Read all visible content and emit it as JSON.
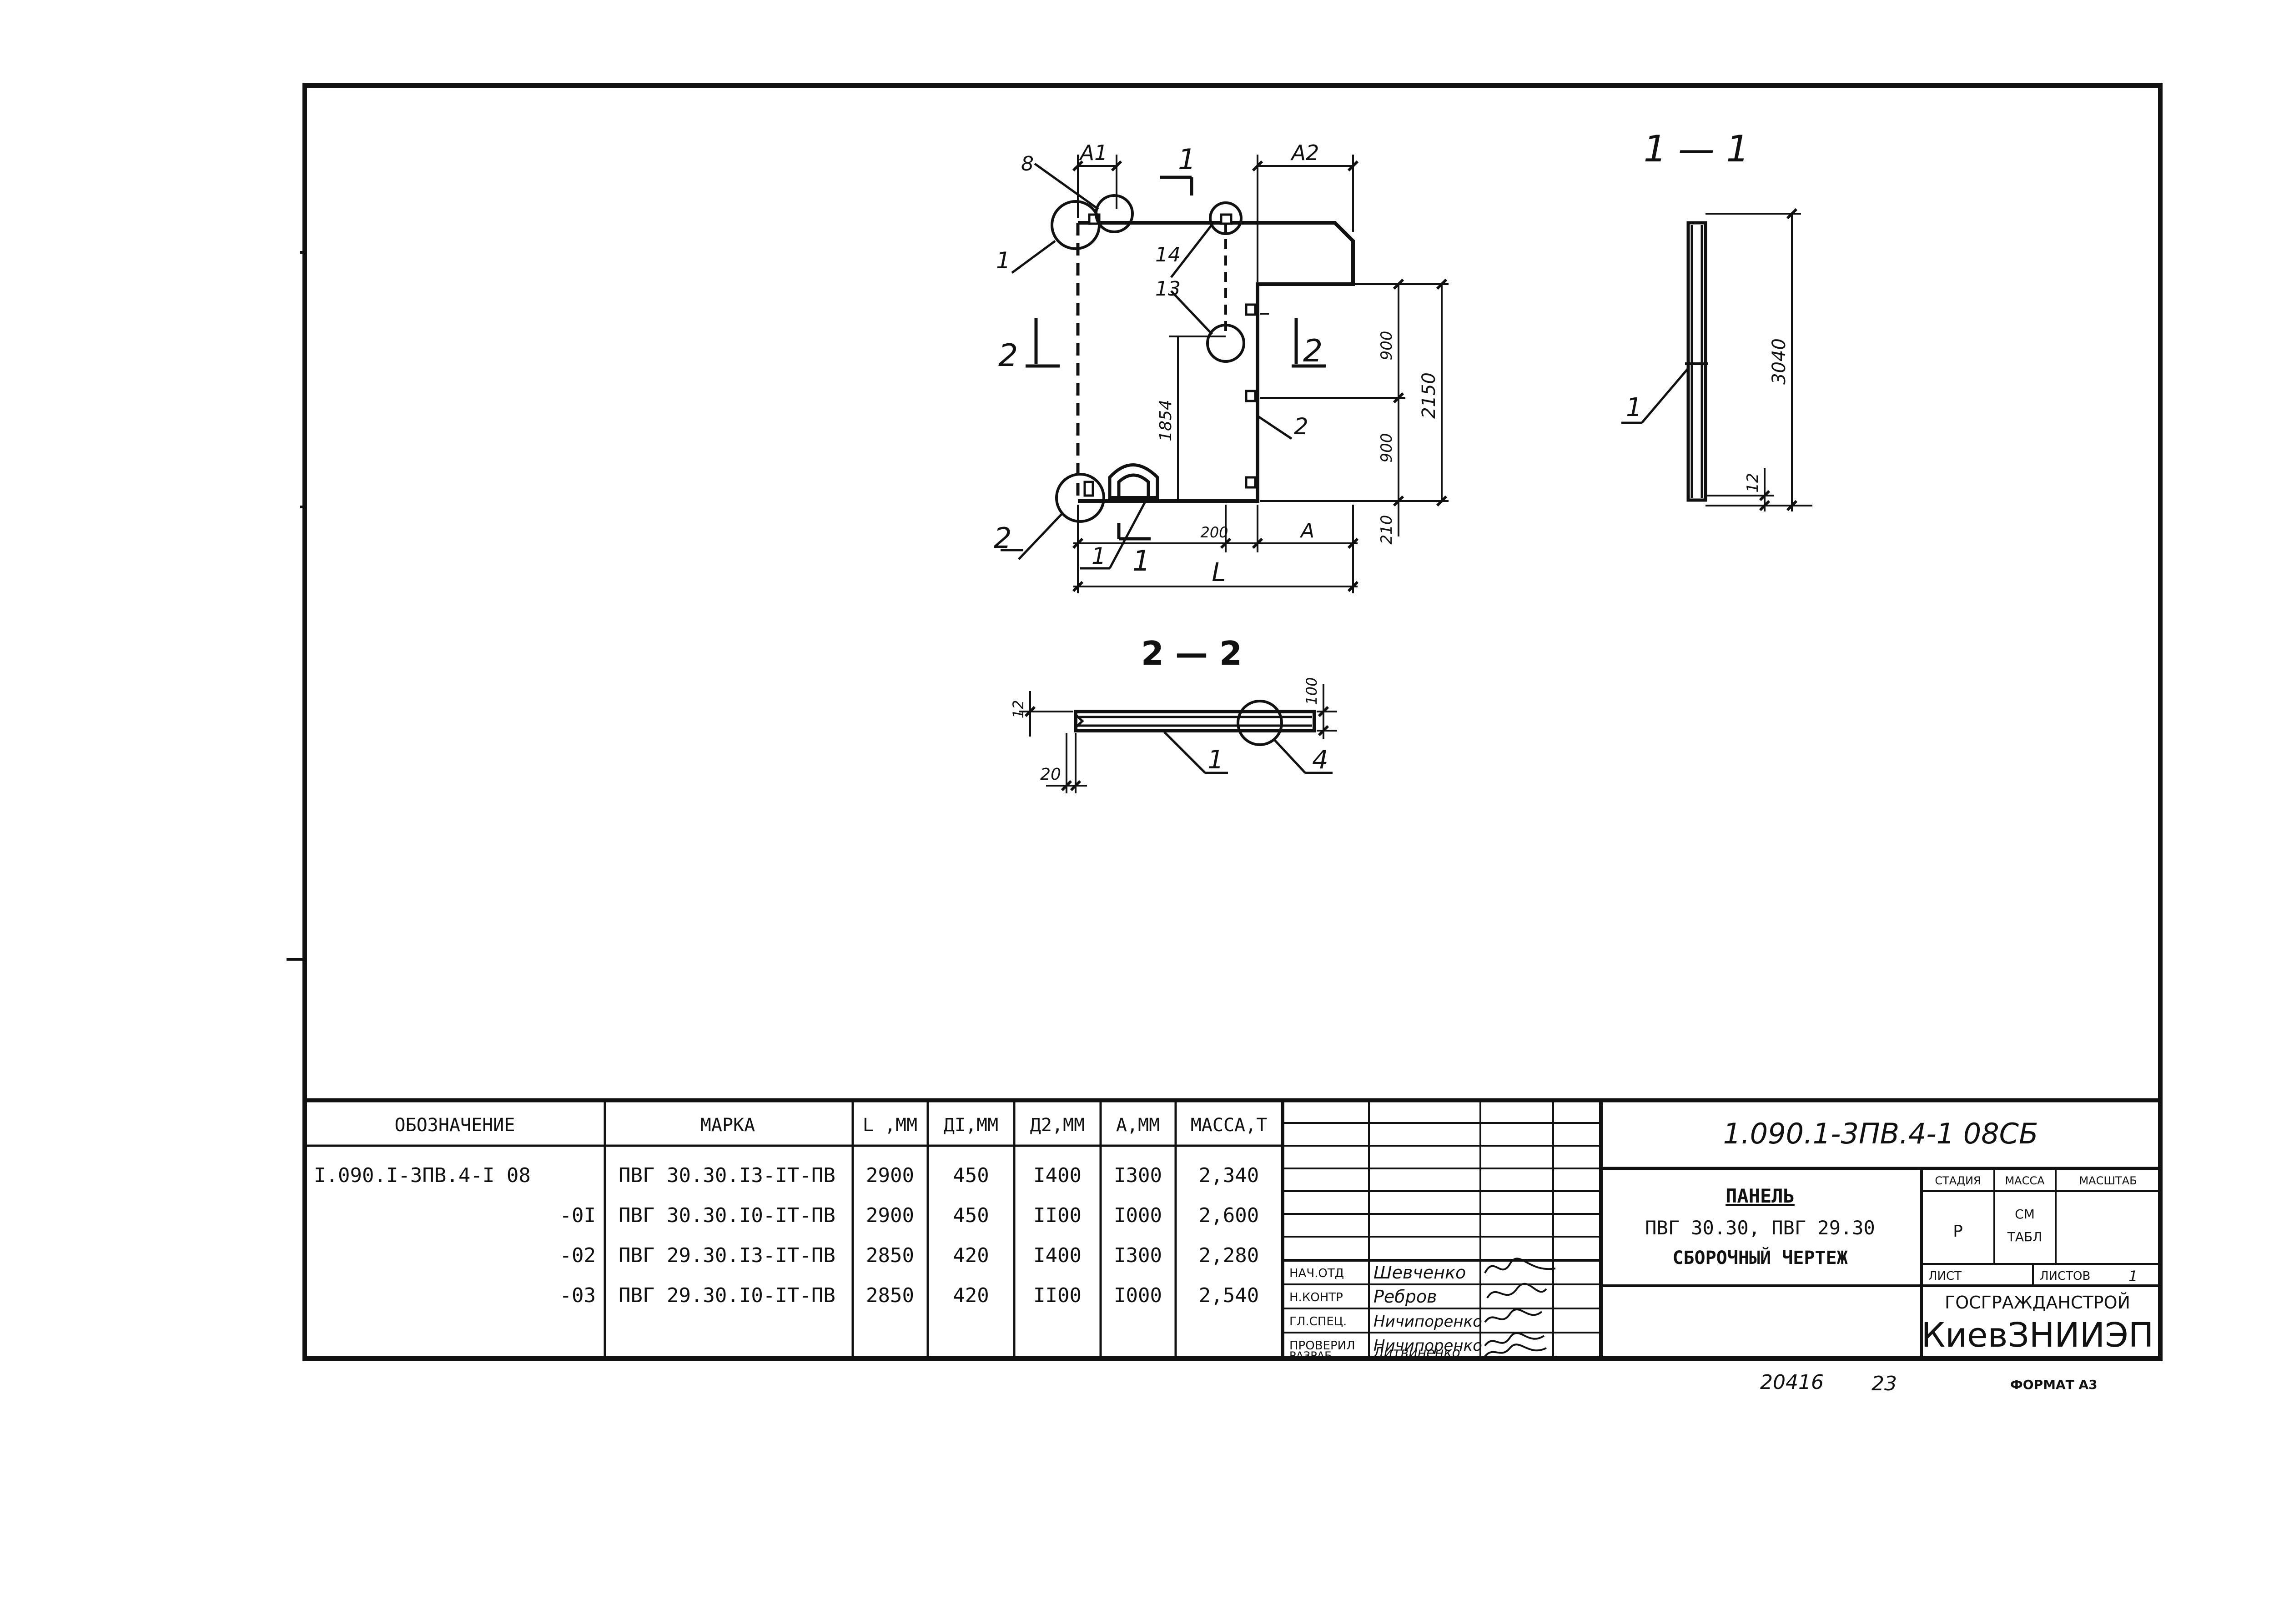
{
  "drawing": {
    "section_11_title": "1 — 1",
    "section_22_title": "2 — 2",
    "labels": {
      "A1": "A1",
      "A2": "A2",
      "A": "A",
      "L": "L",
      "d200": "200",
      "d210": "210",
      "d900a": "900",
      "d900b": "900",
      "d2150": "2150",
      "d1854": "1854",
      "d3040": "3040",
      "d12a": "12",
      "d12b": "12",
      "d100": "100",
      "d20": "20",
      "cut1_top": "1",
      "cut1_bottom": "1",
      "cut2_left": "2",
      "cut2_right": "2",
      "pos8": "8",
      "pos1_top": "1",
      "pos14": "14",
      "pos13": "13",
      "pos2_mid": "2",
      "pos2_bottom": "2",
      "pos1_bottom": "1",
      "pos1_sec11": "1",
      "pos1_sec22": "1",
      "pos4": "4"
    }
  },
  "spec_table": {
    "headers": [
      "ОБОЗНАЧЕНИЕ",
      "МАРКА",
      "L ,ММ",
      "ДI,ММ",
      "Д2,ММ",
      "А,ММ",
      "МАССА,Т"
    ],
    "rows": [
      [
        "I.090.I-3ПВ.4-I 08",
        "ПВГ 30.30.I3-IT-ПВ",
        "2900",
        "450",
        "I400",
        "I300",
        "2,340"
      ],
      [
        "-0I",
        "ПВГ 30.30.I0-IT-ПВ",
        "2900",
        "450",
        "II00",
        "I000",
        "2,600"
      ],
      [
        "-02",
        "ПВГ 29.30.I3-IT-ПВ",
        "2850",
        "420",
        "I400",
        "I300",
        "2,280"
      ],
      [
        "-03",
        "ПВГ 29.30.I0-IT-ПВ",
        "2850",
        "420",
        "II00",
        "I000",
        "2,540"
      ]
    ]
  },
  "signatures": [
    {
      "role": "НАЧ.ОТД",
      "name": "Шевченко"
    },
    {
      "role": "Н.КОНТР",
      "name": "Ребров"
    },
    {
      "role": "ГЛ.СПЕЦ.",
      "name": "Ничипоренко"
    },
    {
      "role": "ПРОВЕРИЛ",
      "name": "Ничипоренко"
    },
    {
      "role": "РАЗРАБ",
      "name": "Литвиненко"
    }
  ],
  "title_block": {
    "doc_code": "1.090.1-3ПВ.4-1  08СБ",
    "title_line1": "ПАНЕЛЬ",
    "title_line2": "ПВГ 30.30, ПВГ 29.30",
    "title_line3": "СБОРОЧНЫЙ ЧЕРТЕЖ",
    "stage_label": "СТАДИЯ",
    "mass_label": "МАССА",
    "scale_label": "МАСШТАБ",
    "stage_value": "Р",
    "mass_value_1": "СМ",
    "mass_value_2": "ТАБЛ",
    "sheet_label": "ЛИСТ",
    "sheets_label": "ЛИСТОВ",
    "sheets_value": "1",
    "org_1": "ГОСГРАЖДАНСТРОЙ",
    "org_2": "КиевЗНИИЭП"
  },
  "footer": {
    "inventory": "20416",
    "page_number": "23",
    "format": "ФОРМАТ А3"
  }
}
